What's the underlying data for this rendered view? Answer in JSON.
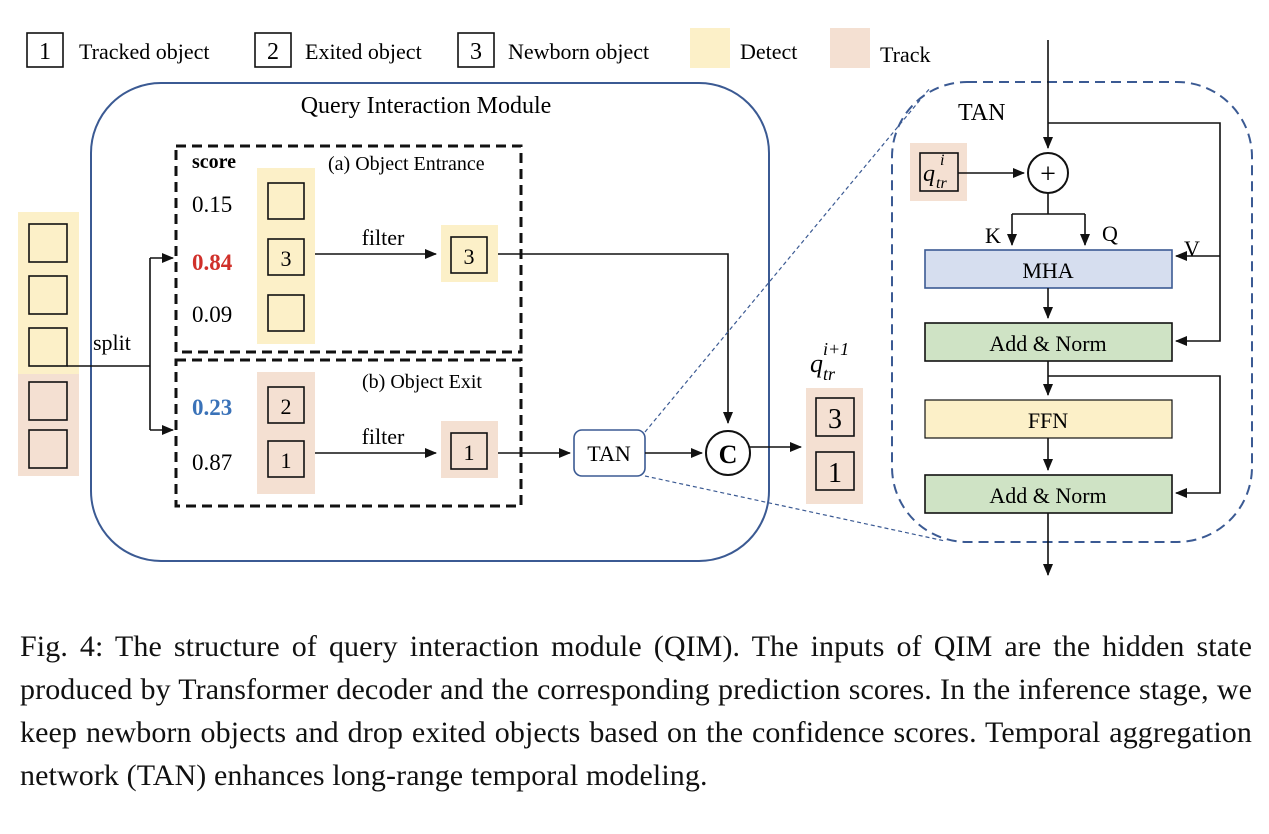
{
  "legend": {
    "tracked_num": "1",
    "tracked_label": "Tracked object",
    "exited_num": "2",
    "exited_label": "Exited object",
    "newborn_num": "3",
    "newborn_label": "Newborn object",
    "detect_label": "Detect",
    "track_label": "Track"
  },
  "qim": {
    "title": "Query Interaction Module",
    "split_label": "split",
    "score_header": "score",
    "entrance_title": "(a) Object Entrance",
    "exit_title": "(b) Object Exit",
    "entrance_scores": [
      "0.15",
      "0.84",
      "0.09"
    ],
    "exit_scores": [
      "0.23",
      "0.87"
    ],
    "entrance_ids": [
      "",
      "3",
      ""
    ],
    "exit_ids": [
      "2",
      "1"
    ],
    "filter_label": "filter",
    "kept_entrance_id": "3",
    "kept_exit_id": "1",
    "tan_label": "TAN",
    "concat_label": "C",
    "output_ids": [
      "3",
      "1"
    ],
    "output_symbol": "q",
    "output_sub": "tr",
    "output_sup": "i+1"
  },
  "tan": {
    "title": "TAN",
    "input_symbol": "q",
    "input_sub": "tr",
    "input_sup": "i",
    "plus": "+",
    "k_label": "K",
    "q_label": "Q",
    "v_label": "V",
    "mha_label": "MHA",
    "addnorm1_label": "Add & Norm",
    "ffn_label": "FFN",
    "addnorm2_label": "Add & Norm"
  },
  "colors": {
    "detect": "#fcf0c8",
    "track": "#f4e0d2",
    "qim_border": "#3b5a93",
    "high_score": "#d0302a",
    "low_score": "#3a72b8",
    "mha": "#d6deef",
    "addnorm": "#cfe3c5",
    "ffn": "#fcf0c8"
  },
  "caption": {
    "text": "Fig. 4: The structure of query interaction module (QIM). The inputs of QIM are the hidden state produced by Transformer decoder and the corresponding prediction scores. In the inference stage, we keep newborn objects and drop exited objects based on the confidence scores. Temporal aggregation network (TAN) enhances long-range temporal modeling."
  }
}
